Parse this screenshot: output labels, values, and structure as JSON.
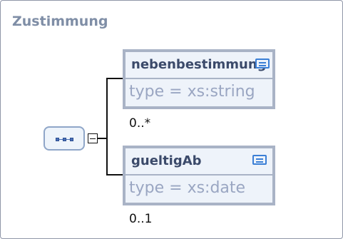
{
  "diagram": {
    "title": "Zustimmung",
    "elements": [
      {
        "name": "nebenbestimmung",
        "type": "type = xs:string",
        "cardinality": "0..*",
        "doc_icon": "documentation-icon"
      },
      {
        "name": "gueltigAb",
        "type": "type = xs:date",
        "cardinality": "0..1",
        "doc_icon": "documentation-icon"
      }
    ],
    "compositor": "sequence-icon",
    "toggle": "collapse-minus-icon"
  }
}
